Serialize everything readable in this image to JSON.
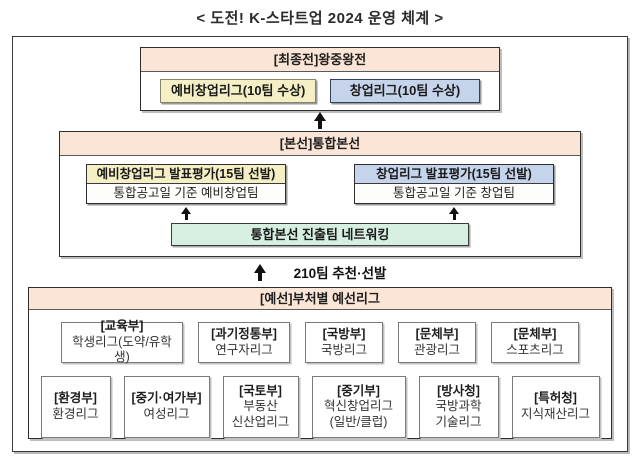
{
  "title": "< 도전! K-스타트업 2024 운영 체계 >",
  "colors": {
    "section_header_peach": "#FBE5D6",
    "pre_startup_yellow": "#F4EFC4",
    "startup_blue": "#C6D4EB",
    "networking_green": "#D6EFE1",
    "frame_border": "#3a3a3a"
  },
  "final_round": {
    "header": "[최종전]왕중왕전",
    "leagues": [
      {
        "label": "예비창업리그(10팀 수상)"
      },
      {
        "label": "창업리그(10팀 수상)"
      }
    ]
  },
  "main_round": {
    "header": "[본선]통합본선",
    "evaluations": [
      {
        "title": "예비창업리그 발표평가(15팀 선발)",
        "subtitle": "통합공고일 기준 예비창업팀"
      },
      {
        "title": "창업리그 발표평가(15팀 선발)",
        "subtitle": "통합공고일 기준 창업팀"
      }
    ],
    "networking": "통합본선 진출팀 네트워킹"
  },
  "selection_label": "210팀 추천·선발",
  "preliminary": {
    "header": "[예선]부처별 예선리그",
    "row1": [
      {
        "ministry": "[교육부]",
        "league": "학생리그(도약/유학생)"
      },
      {
        "ministry": "[과기정통부]",
        "league": "연구자리그"
      },
      {
        "ministry": "[국방부]",
        "league": "국방리그"
      },
      {
        "ministry": "[문체부]",
        "league": "관광리그"
      },
      {
        "ministry": "[문체부]",
        "league": "스포츠리그"
      }
    ],
    "row2": [
      {
        "ministry": "[환경부]",
        "league": "환경리그"
      },
      {
        "ministry": "[중기·여가부]",
        "league": "여성리그"
      },
      {
        "ministry": "[국토부]",
        "league": "부동산\n신산업리그"
      },
      {
        "ministry": "[중기부]",
        "league": "혁신창업리그\n(일반/클럽)"
      },
      {
        "ministry": "[방사청]",
        "league": "국방과학\n기술리그"
      },
      {
        "ministry": "[특허청]",
        "league": "지식재산리그"
      }
    ]
  }
}
